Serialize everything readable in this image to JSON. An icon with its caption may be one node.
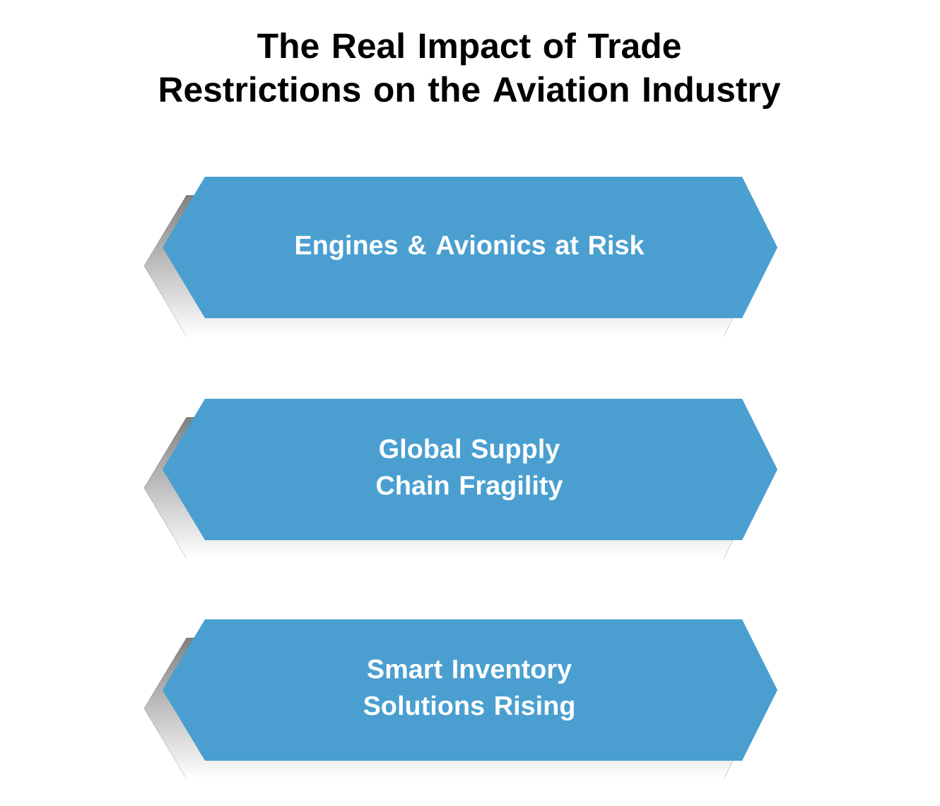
{
  "diagram": {
    "title": "The Real Impact of Trade Restrictions on the Aviation Industry",
    "nodes": [
      {
        "text": [
          "Engines & Avionics at Risk"
        ]
      },
      {
        "text": [
          "Global Supply Chain Fragility"
        ]
      },
      {
        "text": [
          "Smart Inventory Solutions Rising"
        ]
      }
    ]
  }
}
